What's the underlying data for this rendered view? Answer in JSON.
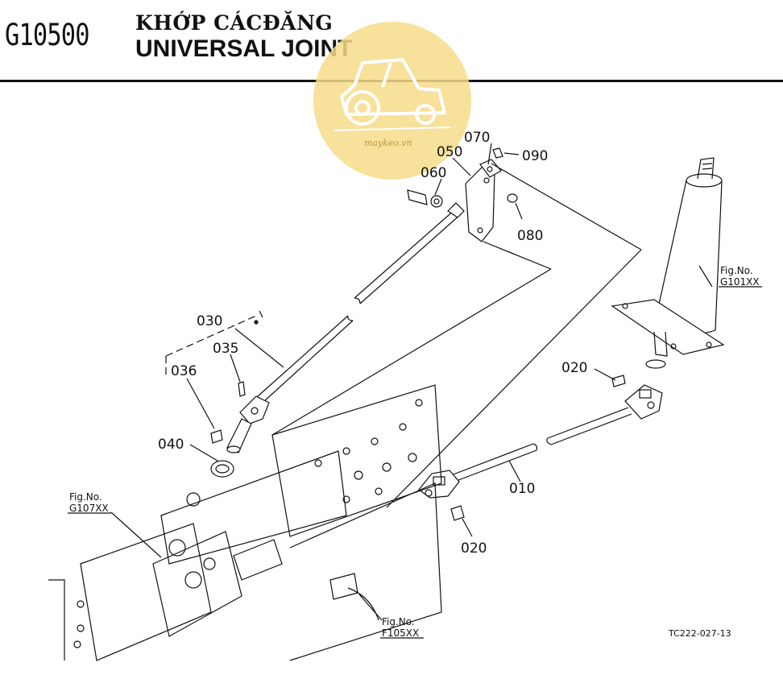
{
  "header": {
    "code": "G10500",
    "title_vi": "KHỚP CÁCĐĂNG",
    "title_en": "UNIVERSAL JOINT"
  },
  "watermark": {
    "text": "maykeo.vn",
    "color": "#f6dc8a"
  },
  "parts": [
    {
      "id": "p010",
      "label": "010"
    },
    {
      "id": "p020a",
      "label": "020"
    },
    {
      "id": "p020b",
      "label": "020"
    },
    {
      "id": "p030",
      "label": "030"
    },
    {
      "id": "p035",
      "label": "035"
    },
    {
      "id": "p036",
      "label": "036"
    },
    {
      "id": "p040",
      "label": "040"
    },
    {
      "id": "p050",
      "label": "050"
    },
    {
      "id": "p060",
      "label": "060"
    },
    {
      "id": "p070",
      "label": "070"
    },
    {
      "id": "p080",
      "label": "080"
    },
    {
      "id": "p090",
      "label": "090"
    }
  ],
  "fig_refs": [
    {
      "prefix": "Fig.No.",
      "number": "G101XX"
    },
    {
      "prefix": "Fig.No.",
      "number": "G107XX"
    },
    {
      "prefix": "Fig.No.",
      "number": "F105XX"
    }
  ],
  "drawing_ref": "TC222-027-13"
}
